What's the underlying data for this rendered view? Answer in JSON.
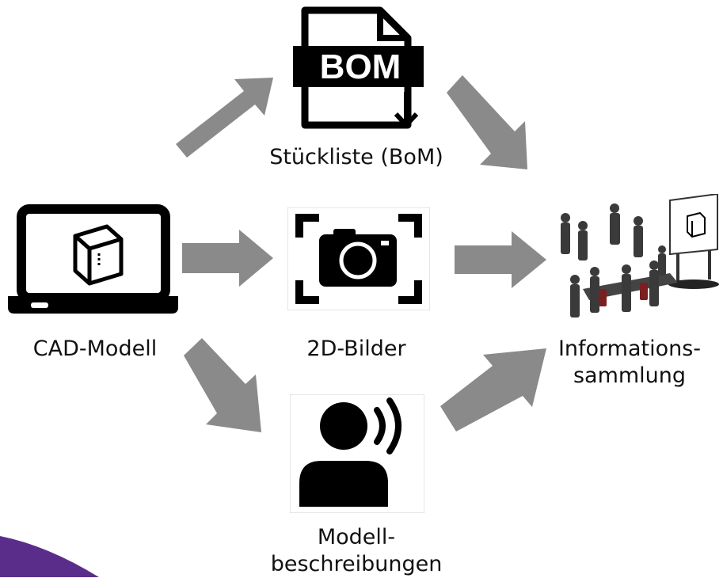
{
  "nodes": {
    "cad": {
      "label": "CAD-Modell"
    },
    "bom": {
      "label": "Stückliste (BoM)",
      "doc_text": "BOM"
    },
    "images": {
      "label": "2D-Bilder"
    },
    "descriptions": {
      "line1": "Modell-",
      "line2": "beschreibungen"
    },
    "info": {
      "line1": "Informations-",
      "line2": "sammlung"
    }
  },
  "colors": {
    "arrow": "#8a8a8a",
    "icon": "#000000",
    "accent_corner": "#5b2d8a"
  }
}
